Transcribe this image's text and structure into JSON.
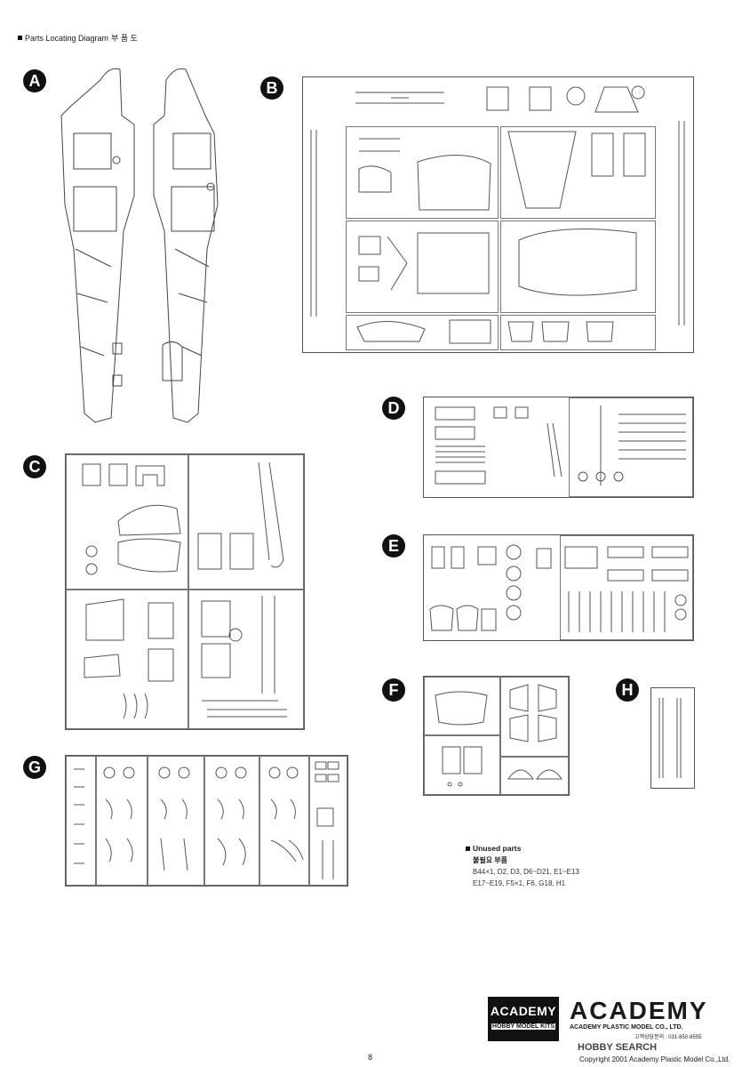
{
  "header": {
    "title": "Parts Locating Diagram",
    "title_ko": "부 품 도"
  },
  "sprues": {
    "a": "A",
    "b": "B",
    "c": "C",
    "d": "D",
    "e": "E",
    "f": "F",
    "g": "G",
    "h": "H"
  },
  "unused": {
    "title": "Unused parts",
    "title_ko": "불필요 부품",
    "line1": "B44×1, D2, D3, D6~D21, E1~E13",
    "line2": "E17~E19, F5×1, F6, G18, H1"
  },
  "footer": {
    "logo_top": "ACADEMY",
    "logo_bottom": "HOBBY MODEL KITS",
    "brand": "ACADEMY",
    "brand_sub": "ACADEMY PLASTIC MODEL CO., LTD.",
    "brand_ko": "고객상담문의 : 031-850-8555",
    "watermark": "HOBBY SEARCH",
    "page": "8",
    "copyright": "Copyright 2001 Academy Plastic Model Co.,Ltd."
  }
}
